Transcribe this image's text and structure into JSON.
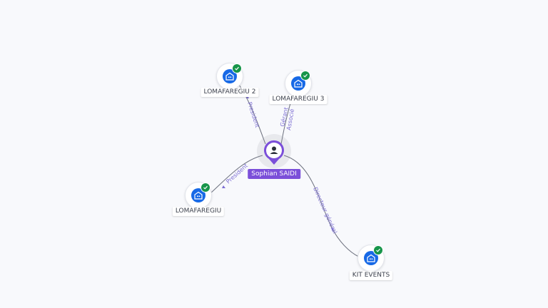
{
  "person": {
    "name": "Sophian SAIDI",
    "icon": "person-icon",
    "color": "#7b4fd9"
  },
  "companies": [
    {
      "id": "c1",
      "name": "LOMAFAREGIU 2",
      "icon": "building-icon",
      "status": "verified-check"
    },
    {
      "id": "c2",
      "name": "LOMAFAREGIU 3",
      "icon": "building-icon",
      "status": "verified-check"
    },
    {
      "id": "c3",
      "name": "LOMAFAREGIU",
      "icon": "building-icon",
      "status": "verified-check"
    },
    {
      "id": "c4",
      "name": "KIT EVENTS",
      "icon": "building-icon",
      "status": "verified-check"
    }
  ],
  "relations": [
    {
      "to": "c1",
      "role": "President"
    },
    {
      "to": "c2",
      "role": "Gérant",
      "role2": "Associé"
    },
    {
      "to": "c3",
      "role": "President"
    },
    {
      "to": "c4",
      "role": "Directeur général"
    }
  ],
  "colors": {
    "company": "#1769e6",
    "check": "#17954a",
    "edge_label": "#7d6fd3"
  }
}
